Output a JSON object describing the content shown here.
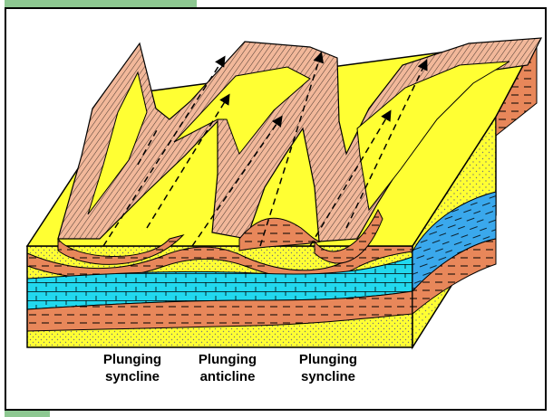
{
  "colors": {
    "accent": "#8dc891",
    "yellow": "#ffff33",
    "sandstone_orange": "#e8875a",
    "shale_pink": "#f2b89a",
    "limestone_cyan": "#22d8ee",
    "limestone_blue": "#3aa8ec",
    "outline": "#000000"
  },
  "labels": [
    {
      "line1": "Plunging",
      "line2": "syncline"
    },
    {
      "line1": "Plunging",
      "line2": "anticline"
    },
    {
      "line1": "Plunging",
      "line2": "syncline"
    }
  ],
  "icons": [
    "plunge-arrow-icon"
  ]
}
